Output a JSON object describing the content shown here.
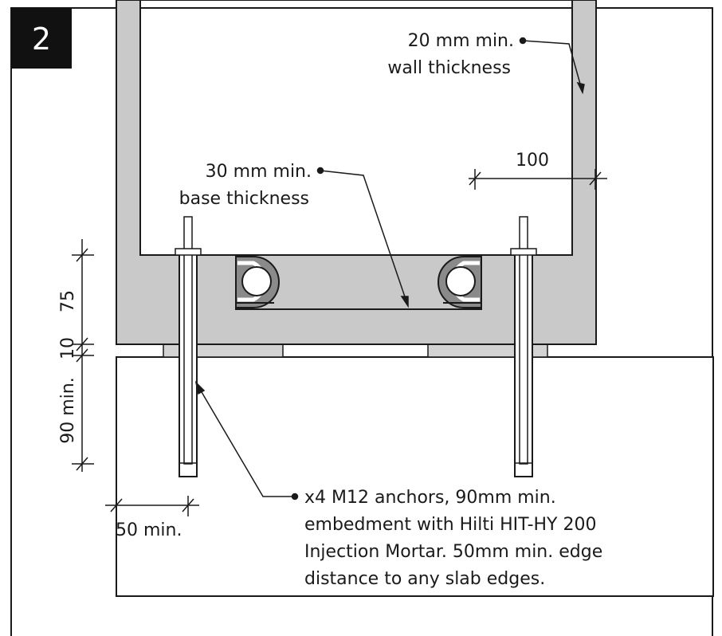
{
  "badge": "2",
  "annotations": {
    "wall_line1": "20 mm min.",
    "wall_line2": "wall thickness",
    "dim_100": "100",
    "base_line1": "30 mm min.",
    "base_line2": "base thickness",
    "anchor_line1": "x4 M12 anchors, 90mm min.",
    "anchor_line2": "embedment with Hilti HIT-HY 200",
    "anchor_line3": "Injection Mortar. 50mm min. edge",
    "anchor_line4": "distance to any slab edges."
  },
  "dimensions": {
    "d75": "75",
    "d10": "10",
    "d90": "90 min.",
    "d50": "50 min."
  },
  "colors": {
    "concrete": "#c9c9c9",
    "outline": "#1a1a1a",
    "badge_bg": "#111111",
    "pad": "#d3d3d3"
  }
}
